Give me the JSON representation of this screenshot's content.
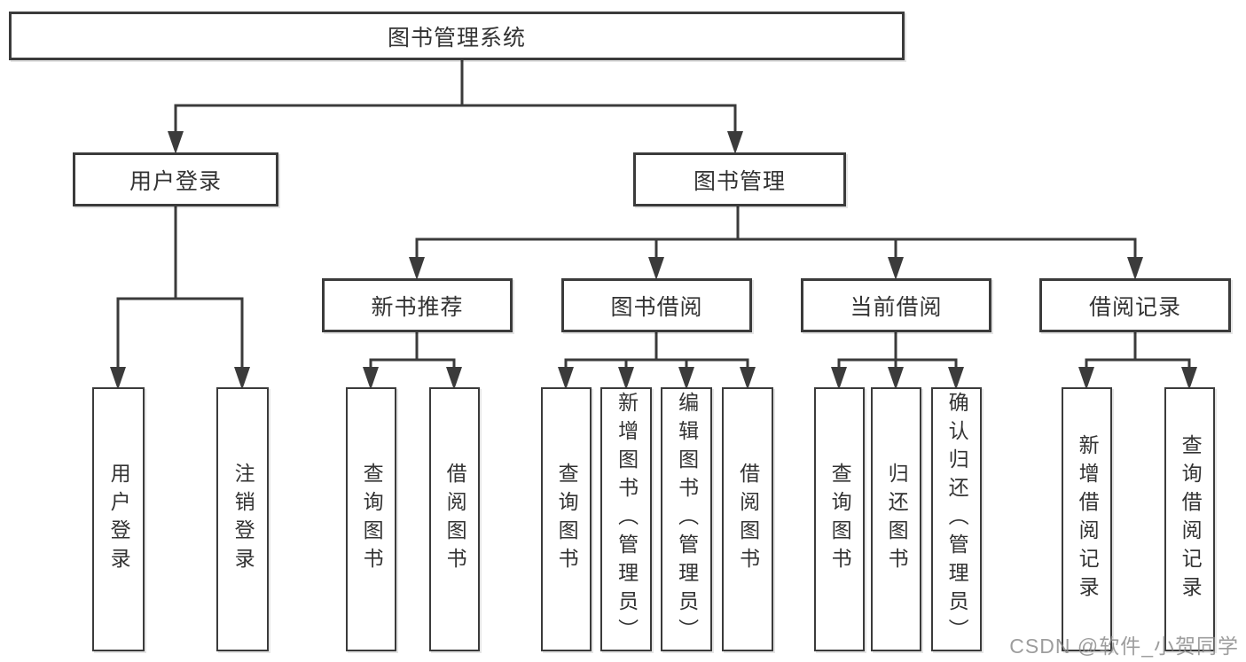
{
  "diagram_type": "hierarchy",
  "tree": {
    "root": {
      "label": "图书管理系统",
      "children": [
        {
          "label": "用户登录",
          "children": [
            {
              "label": "用户登录"
            },
            {
              "label": "注销登录"
            }
          ]
        },
        {
          "label": "图书管理",
          "children": [
            {
              "label": "新书推荐",
              "children": [
                {
                  "label": "查询图书"
                },
                {
                  "label": "借阅图书"
                }
              ]
            },
            {
              "label": "图书借阅",
              "children": [
                {
                  "label": "查询图书"
                },
                {
                  "label": "新增图书（管理员）"
                },
                {
                  "label": "编辑图书（管理员）"
                },
                {
                  "label": "借阅图书"
                }
              ]
            },
            {
              "label": "当前借阅",
              "children": [
                {
                  "label": "查询图书"
                },
                {
                  "label": "归还图书"
                },
                {
                  "label": "确认归还（管理员）"
                }
              ]
            },
            {
              "label": "借阅记录",
              "children": [
                {
                  "label": "新增借阅记录"
                },
                {
                  "label": "查询借阅记录"
                }
              ]
            }
          ]
        }
      ]
    }
  },
  "watermark": {
    "text": "CSDN @软件_小贺同学"
  },
  "colors": {
    "background": "#ffffff",
    "line": "#3b3b3b",
    "box_border": "#3b3b3b",
    "text": "#333333",
    "watermark": "#878787"
  }
}
